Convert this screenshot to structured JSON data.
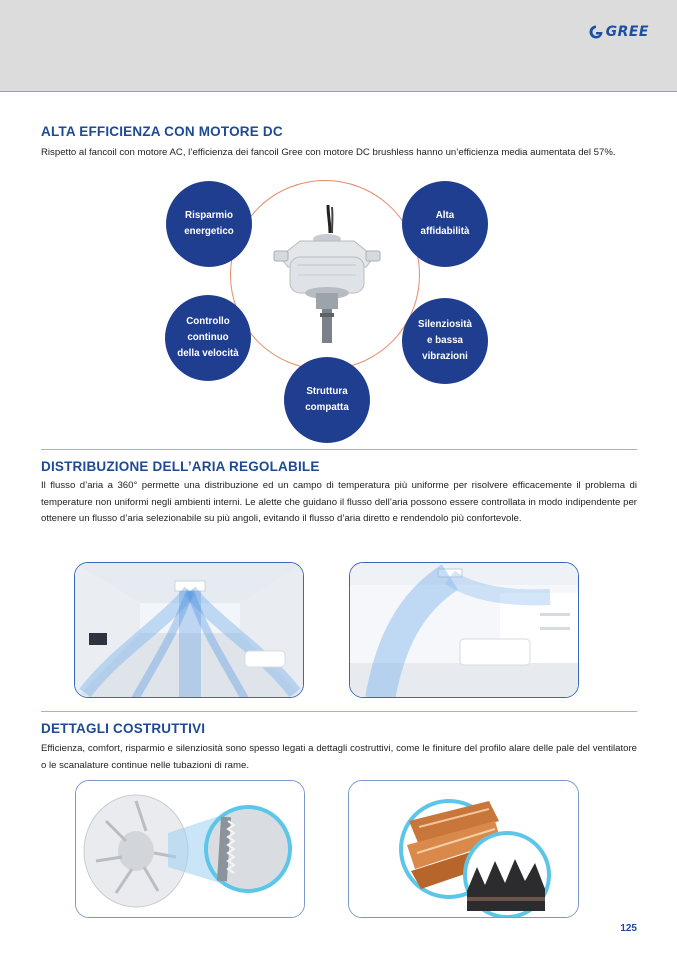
{
  "header": {
    "brand": "GREE",
    "logo_icon": "gree-logo-icon"
  },
  "section1": {
    "title": "ALTA EFFICIENZA CON MOTORE DC",
    "text": "Rispetto al fancoil con motore AC, l’efficienza dei fancoil Gree con motore DC brushless hanno un’efficienza media aumentata del 57%.",
    "features": [
      {
        "label_1": "Risparmio",
        "label_2": "energetico",
        "label_3": ""
      },
      {
        "label_1": "Alta",
        "label_2": "affidabilità",
        "label_3": ""
      },
      {
        "label_1": "Controllo",
        "label_2": "continuo",
        "label_3": "della velocità"
      },
      {
        "label_1": "Silenziosità",
        "label_2": "e bassa",
        "label_3": "vibrazioni"
      },
      {
        "label_1": "Struttura",
        "label_2": "compatta",
        "label_3": ""
      }
    ]
  },
  "section2": {
    "title": "DISTRIBUZIONE DELL’ARIA REGOLABILE",
    "text": "Il flusso d’aria a 360° permette una distribuzione ed un campo di temperatura più uniforme per risolvere efficacemente il problema di temperature non uniformi negli ambienti interni. Le alette che guidano il flusso dell’aria possono essere controllata in modo indipendente per ottenere un flusso d’aria selezionabile su più angoli, evitando il flusso d’aria diretto e rendendolo più confortevole."
  },
  "section3": {
    "title": "DETTAGLI COSTRUTTIVI",
    "text": "Efficienza, comfort, risparmio e silenziosità sono spesso legati a dettagli costruttivi, come le finiture del profilo alare delle pale del ventilatore o le scanalature continue nelle tubazioni di rame."
  },
  "page_number": "125",
  "colors": {
    "brand_blue": "#1f3e8f",
    "title_blue": "#1e4a93",
    "accent_orange": "#e6a07c",
    "header_gray": "#dcdcdc"
  }
}
